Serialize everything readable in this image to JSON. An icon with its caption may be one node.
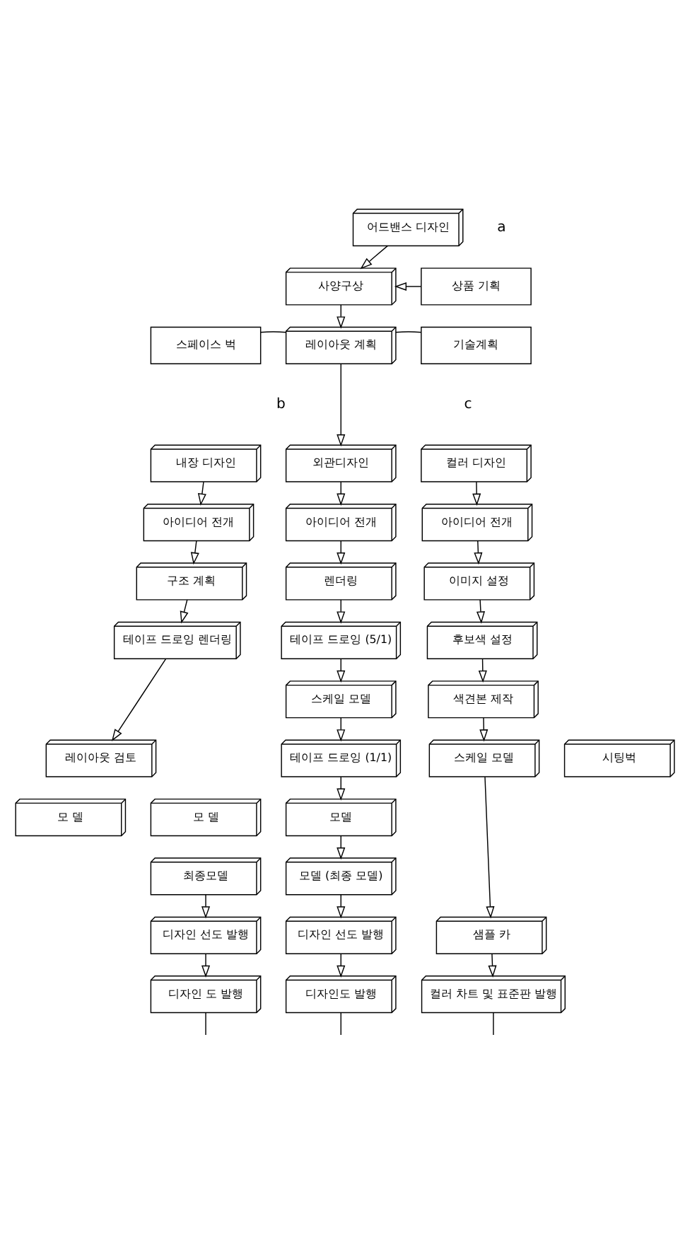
{
  "diagram": {
    "nodes": [
      {
        "text": [
          "어드밴스 디자인"
        ]
      },
      {
        "text": [
          "상품 기획"
        ]
      },
      {
        "text": [
          "사양구상"
        ]
      },
      {
        "text": [
          "스페이스 벅"
        ]
      },
      {
        "text": [
          "레이아웃 계획"
        ]
      },
      {
        "text": [
          "기술계획"
        ]
      },
      {
        "text": [
          "내장 디자인"
        ]
      },
      {
        "text": [
          "아이디어 전개"
        ]
      },
      {
        "text": [
          "구조 계획"
        ]
      },
      {
        "text": [
          "테이프 드로잉 렌더링"
        ]
      },
      {
        "text": [
          "레이아웃 검토"
        ]
      },
      {
        "text": [
          "모 델"
        ]
      },
      {
        "text": [
          "모 델"
        ]
      },
      {
        "text": [
          "최종모델"
        ]
      },
      {
        "text": [
          "디자인 선도 발행"
        ]
      },
      {
        "text": [
          "디자인 도 발행"
        ]
      },
      {
        "text": [
          "외관디자인"
        ]
      },
      {
        "text": [
          "아이디어 전개"
        ]
      },
      {
        "text": [
          "렌더링"
        ]
      },
      {
        "text": [
          "테이프 드로잉 (5/1)"
        ]
      },
      {
        "text": [
          "스케일 모델"
        ]
      },
      {
        "text": [
          "시팅벅"
        ]
      },
      {
        "text": [
          "테이프 드로잉 (1/1)"
        ]
      },
      {
        "text": [
          "모델"
        ]
      },
      {
        "text": [
          "모델 (최종 모델)"
        ]
      },
      {
        "text": [
          "디자인 선도 발행"
        ]
      },
      {
        "text": [
          "디자인도 발행"
        ]
      },
      {
        "text": [
          "컬러 디자인"
        ]
      },
      {
        "text": [
          "아이디어 전개"
        ]
      },
      {
        "text": [
          "이미지 설정"
        ]
      },
      {
        "text": [
          "후보색 설정"
        ]
      },
      {
        "text": [
          "색견본 제작"
        ]
      },
      {
        "text": [
          "스케일 모델"
        ]
      },
      {
        "text": [
          "샘플 카"
        ]
      },
      {
        "text": [
          "컬러 차트 및 표준판 발행"
        ]
      }
    ],
    "edges": [
      {
        "from": 0,
        "to": 2,
        "arrow": "to"
      },
      {
        "from": 1,
        "to": 2,
        "arrow": "to"
      },
      {
        "from": 2,
        "to": 4,
        "arrow": "to"
      },
      {
        "from": 3,
        "to": 4,
        "arrow": "none"
      },
      {
        "from": 4,
        "to": 5,
        "arrow": "none"
      },
      {
        "from": 4,
        "to": 16,
        "arrow": "to"
      },
      {
        "from": 6,
        "to": 7,
        "arrow": "to"
      },
      {
        "from": 7,
        "to": 8,
        "arrow": "to"
      },
      {
        "from": 8,
        "to": 9,
        "arrow": "to"
      },
      {
        "from": 9,
        "to": 10,
        "arrow": "to"
      },
      {
        "from": 13,
        "to": 14,
        "arrow": "to"
      },
      {
        "from": 14,
        "to": 15,
        "arrow": "to"
      },
      {
        "from": 15,
        "to": null,
        "arrow": "none"
      },
      {
        "from": 16,
        "to": 17,
        "arrow": "to"
      },
      {
        "from": 17,
        "to": 18,
        "arrow": "to"
      },
      {
        "from": 18,
        "to": 19,
        "arrow": "to"
      },
      {
        "from": 19,
        "to": 20,
        "arrow": "to"
      },
      {
        "from": 20,
        "to": 22,
        "arrow": "to"
      },
      {
        "from": 22,
        "to": 23,
        "arrow": "to"
      },
      {
        "from": 23,
        "to": 24,
        "arrow": "to"
      },
      {
        "from": 24,
        "to": 25,
        "arrow": "to"
      },
      {
        "from": 25,
        "to": 26,
        "arrow": "to"
      },
      {
        "from": 26,
        "to": null,
        "arrow": "none"
      },
      {
        "from": 27,
        "to": 28,
        "arrow": "to"
      },
      {
        "from": 28,
        "to": 29,
        "arrow": "to"
      },
      {
        "from": 29,
        "to": 30,
        "arrow": "to"
      },
      {
        "from": 30,
        "to": 31,
        "arrow": "to"
      },
      {
        "from": 31,
        "to": 32,
        "arrow": "to"
      },
      {
        "from": 32,
        "to": 33,
        "arrow": "to"
      },
      {
        "from": 33,
        "to": 34,
        "arrow": "to"
      },
      {
        "from": 34,
        "to": null,
        "arrow": "none"
      }
    ],
    "labels": [
      "a",
      "b",
      "c"
    ]
  }
}
